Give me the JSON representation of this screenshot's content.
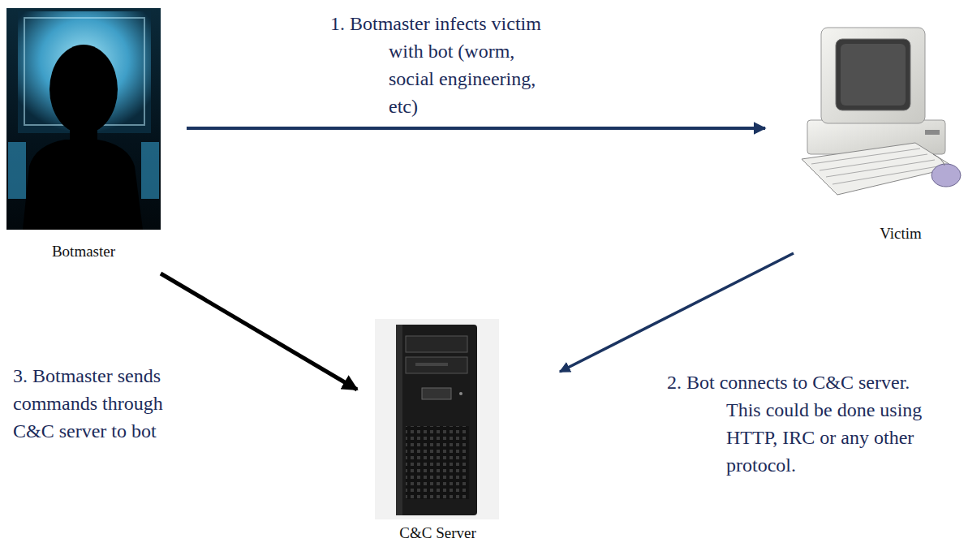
{
  "diagram": {
    "nodes": [
      {
        "text": [
          "Botmaster"
        ]
      },
      {
        "text": [
          "Victim"
        ]
      },
      {
        "text": [
          "C&C Server"
        ]
      }
    ],
    "edges": [
      {
        "from": 0,
        "to": 1,
        "arrow": "to",
        "label": "1. Botmaster infects victim with bot (worm, social engineering, etc)"
      },
      {
        "from": 1,
        "to": 2,
        "arrow": "to",
        "label": "2. Bot connects to C&C server. This could be done using HTTP, IRC or any other protocol."
      },
      {
        "from": 0,
        "to": 2,
        "arrow": "to",
        "label": "3. Botmaster sends commands through C&C server to bot"
      }
    ]
  }
}
